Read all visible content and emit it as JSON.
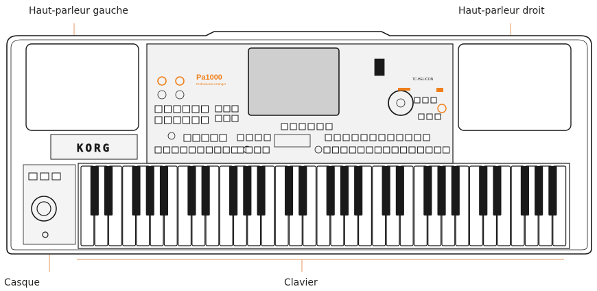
{
  "labels": {
    "left_speaker": "Haut-parleur gauche",
    "right_speaker": "Haut-parleur droit",
    "headphones": "Casque",
    "keyboard": "Clavier"
  },
  "instrument": {
    "brand": "KORG",
    "model": "Pa1000",
    "model_subtitle": "Professional Arranger",
    "logo_right": "TC·HELICON"
  },
  "colors": {
    "leader": "#e8a87a",
    "panel": "#f2f2f2",
    "accent": "#f07f1a",
    "outline": "#1a1a1a"
  }
}
